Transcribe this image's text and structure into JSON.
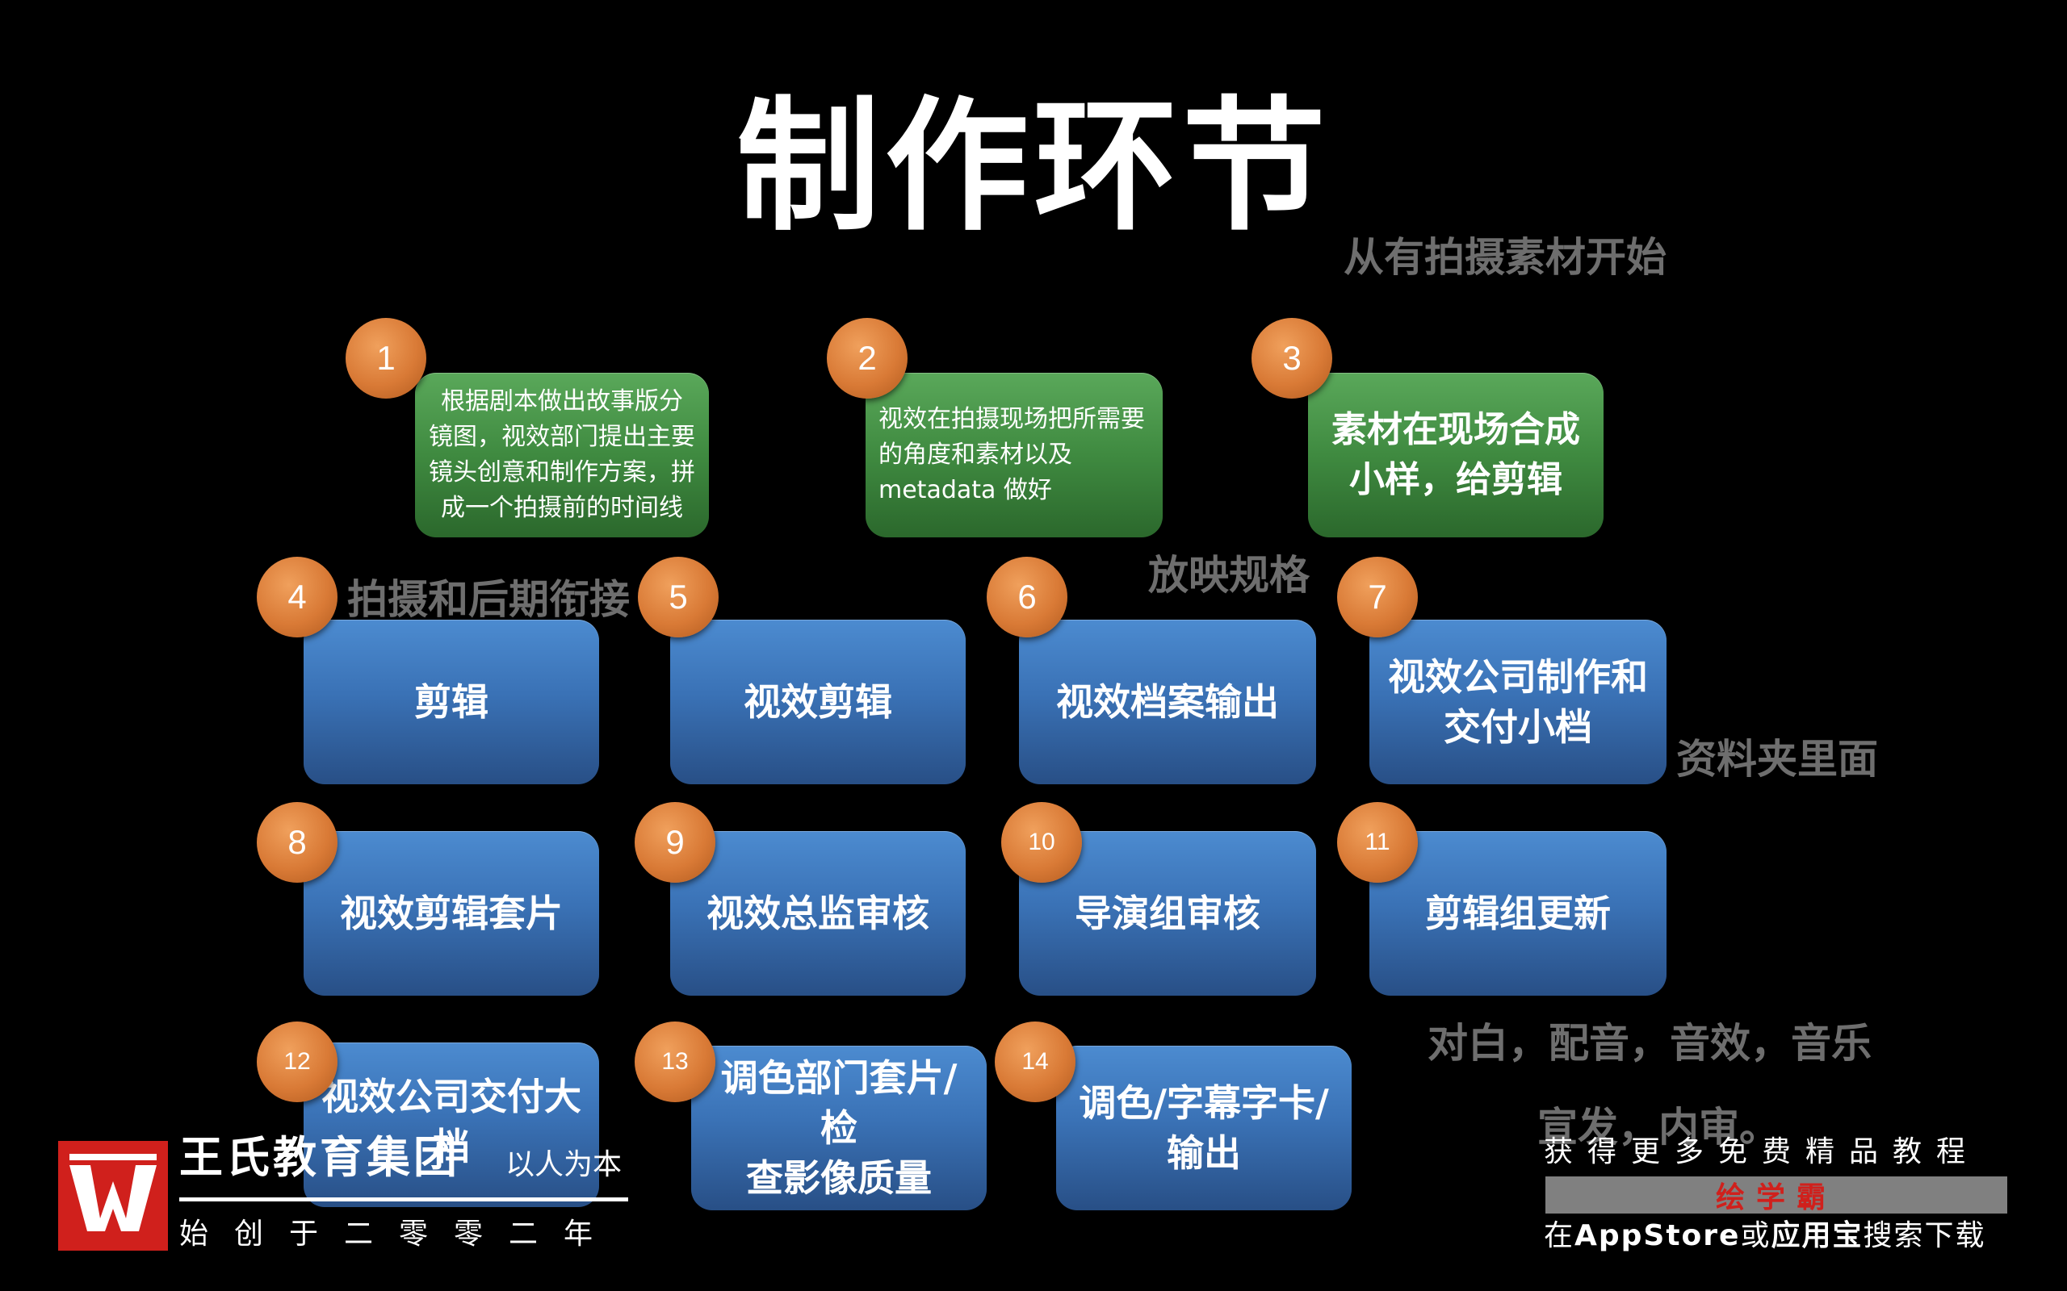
{
  "slide": {
    "title": "制作环节",
    "notes": {
      "start": "从有拍摄素材开始",
      "link": "拍摄和后期衔接",
      "spec": "放映规格",
      "folder": "资料夹里面",
      "audio": "对白，配音，音效，音乐",
      "release": "宣发，内审。"
    },
    "steps": [
      {
        "num": "1",
        "lines": [
          "根据剧本做出故事版分",
          "镜图，视效部门提出主要",
          "镜头创意和制作方案，拼",
          "成一个拍摄前的时间线"
        ]
      },
      {
        "num": "2",
        "lines": [
          "视效在拍摄现场把所需要",
          "的角度和素材以及",
          "metadata 做好"
        ]
      },
      {
        "num": "3",
        "lines": [
          "素材在现场合成",
          "小样，给剪辑"
        ]
      },
      {
        "num": "4",
        "lines": [
          "剪辑"
        ]
      },
      {
        "num": "5",
        "lines": [
          "视效剪辑"
        ]
      },
      {
        "num": "6",
        "lines": [
          "视效档案输出"
        ]
      },
      {
        "num": "7",
        "lines": [
          "视效公司制作和",
          "交付小档"
        ]
      },
      {
        "num": "8",
        "lines": [
          "视效剪辑套片"
        ]
      },
      {
        "num": "9",
        "lines": [
          "视效总监审核"
        ]
      },
      {
        "num": "10",
        "lines": [
          "导演组审核"
        ]
      },
      {
        "num": "11",
        "lines": [
          "剪辑组更新"
        ]
      },
      {
        "num": "12",
        "lines": [
          "视效公司交付大",
          "档"
        ]
      },
      {
        "num": "13",
        "lines": [
          "调色部门套片/检",
          "查影像质量"
        ]
      },
      {
        "num": "14",
        "lines": [
          "调色/字幕字卡/",
          "输出"
        ]
      }
    ]
  },
  "logo": {
    "name": "王氏教育集团",
    "slogan": "以人为本",
    "since": "始创于二零零二年"
  },
  "promo": {
    "top": "获得更多免费精品教程",
    "brand": "绘学霸",
    "bottom_pre": "在",
    "bottom_store": "AppStore",
    "bottom_mid": "或",
    "bottom_app": "应用宝",
    "bottom_post": "搜索下载"
  },
  "colors": {
    "background": "#000000",
    "box_blue": "#3a72b6",
    "box_green": "#3f8a40",
    "badge_orange": "#d97a36",
    "note_gray": "#6e6e6e",
    "logo_red": "#d0201c"
  }
}
